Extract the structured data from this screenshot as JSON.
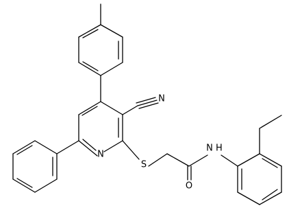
{
  "diagram": {
    "type": "chemical-structure",
    "atom_labels": {
      "nitrile_n": "N",
      "pyridine_n": "N",
      "sulfur": "S",
      "carbonyl_o": "O",
      "amide_nh": "N H"
    }
  }
}
